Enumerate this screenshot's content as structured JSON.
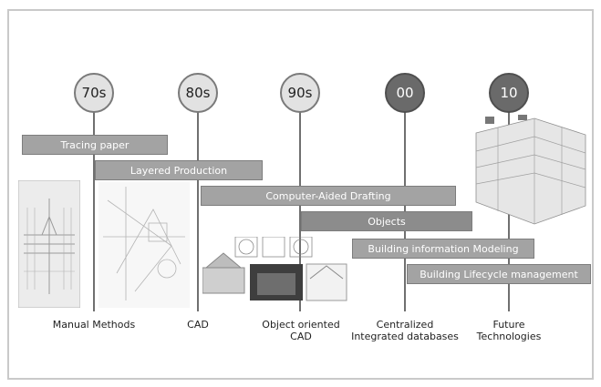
{
  "eras": [
    {
      "label": "70s"
    },
    {
      "label": "80s"
    },
    {
      "label": "90s"
    },
    {
      "label": "00"
    },
    {
      "label": "10"
    }
  ],
  "bars": [
    {
      "label": "Tracing paper"
    },
    {
      "label": "Layered Production"
    },
    {
      "label": "Computer-Aided Drafting"
    },
    {
      "label": "Objects"
    },
    {
      "label": "Building information Modeling"
    },
    {
      "label": "Building Lifecycle management"
    }
  ],
  "phases": [
    {
      "label": "Manual Methods"
    },
    {
      "label": "CAD"
    },
    {
      "label": "Object oriented\nCAD"
    },
    {
      "label": "Centralized\nIntegrated databases"
    },
    {
      "label": "Future\nTechnologies"
    }
  ]
}
